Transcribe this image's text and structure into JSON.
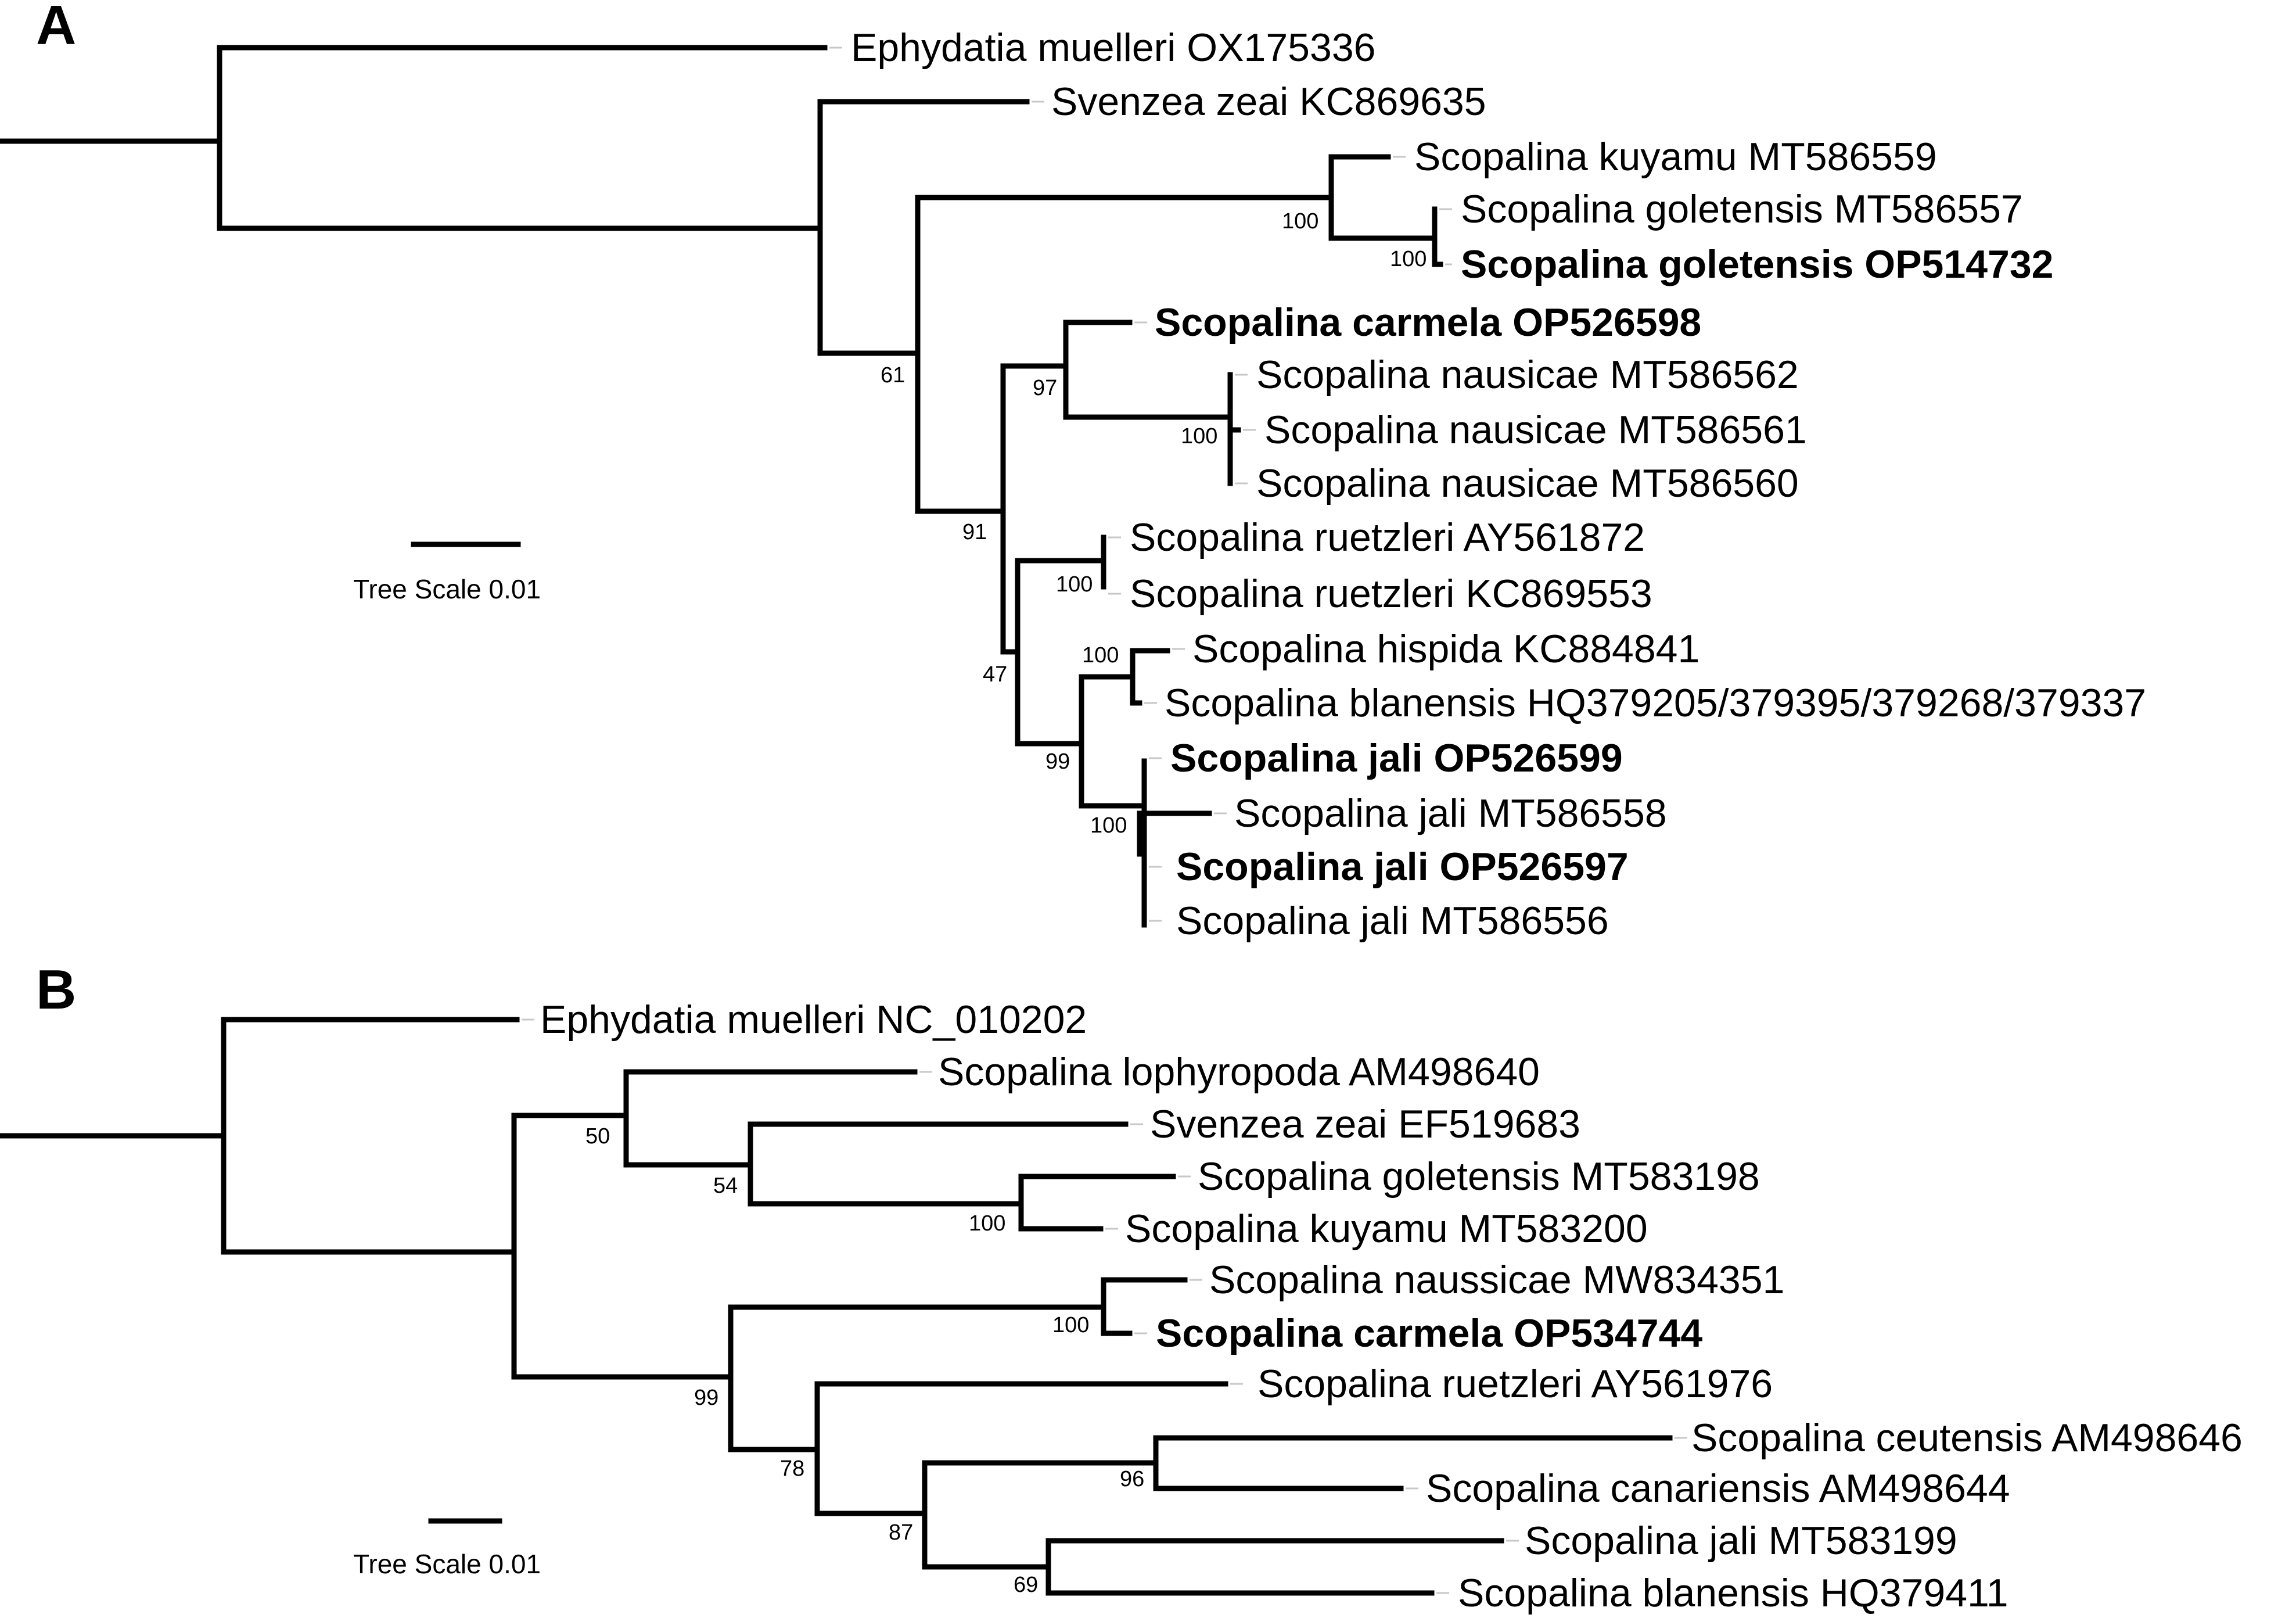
{
  "panels": [
    {
      "label": "A",
      "scale_label": "Tree Scale 0.01",
      "taxa": [
        {
          "name": "Ephydatia muelleri OX175336",
          "bold": false
        },
        {
          "name": "Svenzea zeai KC869635",
          "bold": false
        },
        {
          "name": "Scopalina kuyamu MT586559",
          "bold": false
        },
        {
          "name": "Scopalina goletensis MT586557",
          "bold": false
        },
        {
          "name": "Scopalina goletensis OP514732",
          "bold": true
        },
        {
          "name": "Scopalina carmela OP526598",
          "bold": true
        },
        {
          "name": "Scopalina nausicae MT586562",
          "bold": false
        },
        {
          "name": "Scopalina nausicae MT586561",
          "bold": false
        },
        {
          "name": "Scopalina nausicae MT586560",
          "bold": false
        },
        {
          "name": "Scopalina ruetzleri AY561872",
          "bold": false
        },
        {
          "name": "Scopalina ruetzleri KC869553",
          "bold": false
        },
        {
          "name": "Scopalina hispida KC884841",
          "bold": false
        },
        {
          "name": "Scopalina blanensis HQ379205/379395/379268/379337",
          "bold": false
        },
        {
          "name": "Scopalina jali OP526599",
          "bold": true
        },
        {
          "name": "Scopalina jali MT586558",
          "bold": false
        },
        {
          "name": "Scopalina jali OP526597",
          "bold": true
        },
        {
          "name": "Scopalina jali MT586556",
          "bold": false
        }
      ],
      "support_values": [
        "100",
        "100",
        "61",
        "97",
        "100",
        "91",
        "100",
        "47",
        "100",
        "99",
        "100"
      ]
    },
    {
      "label": "B",
      "scale_label": "Tree Scale 0.01",
      "taxa": [
        {
          "name": "Ephydatia muelleri NC_010202",
          "bold": false
        },
        {
          "name": "Scopalina lophyropoda AM498640",
          "bold": false
        },
        {
          "name": "Svenzea zeai EF519683",
          "bold": false
        },
        {
          "name": "Scopalina goletensis MT583198",
          "bold": false
        },
        {
          "name": "Scopalina kuyamu MT583200",
          "bold": false
        },
        {
          "name": "Scopalina naussicae MW834351",
          "bold": false
        },
        {
          "name": "Scopalina carmela OP534744",
          "bold": true
        },
        {
          "name": "Scopalina ruetzleri AY561976",
          "bold": false
        },
        {
          "name": "Scopalina ceutensis AM498646",
          "bold": false
        },
        {
          "name": "Scopalina canariensis AM498644",
          "bold": false
        },
        {
          "name": "Scopalina jali MT583199",
          "bold": false
        },
        {
          "name": "Scopalina blanensis HQ379411",
          "bold": false
        }
      ],
      "support_values": [
        "50",
        "54",
        "100",
        "100",
        "99",
        "78",
        "96",
        "87",
        "69"
      ]
    }
  ]
}
